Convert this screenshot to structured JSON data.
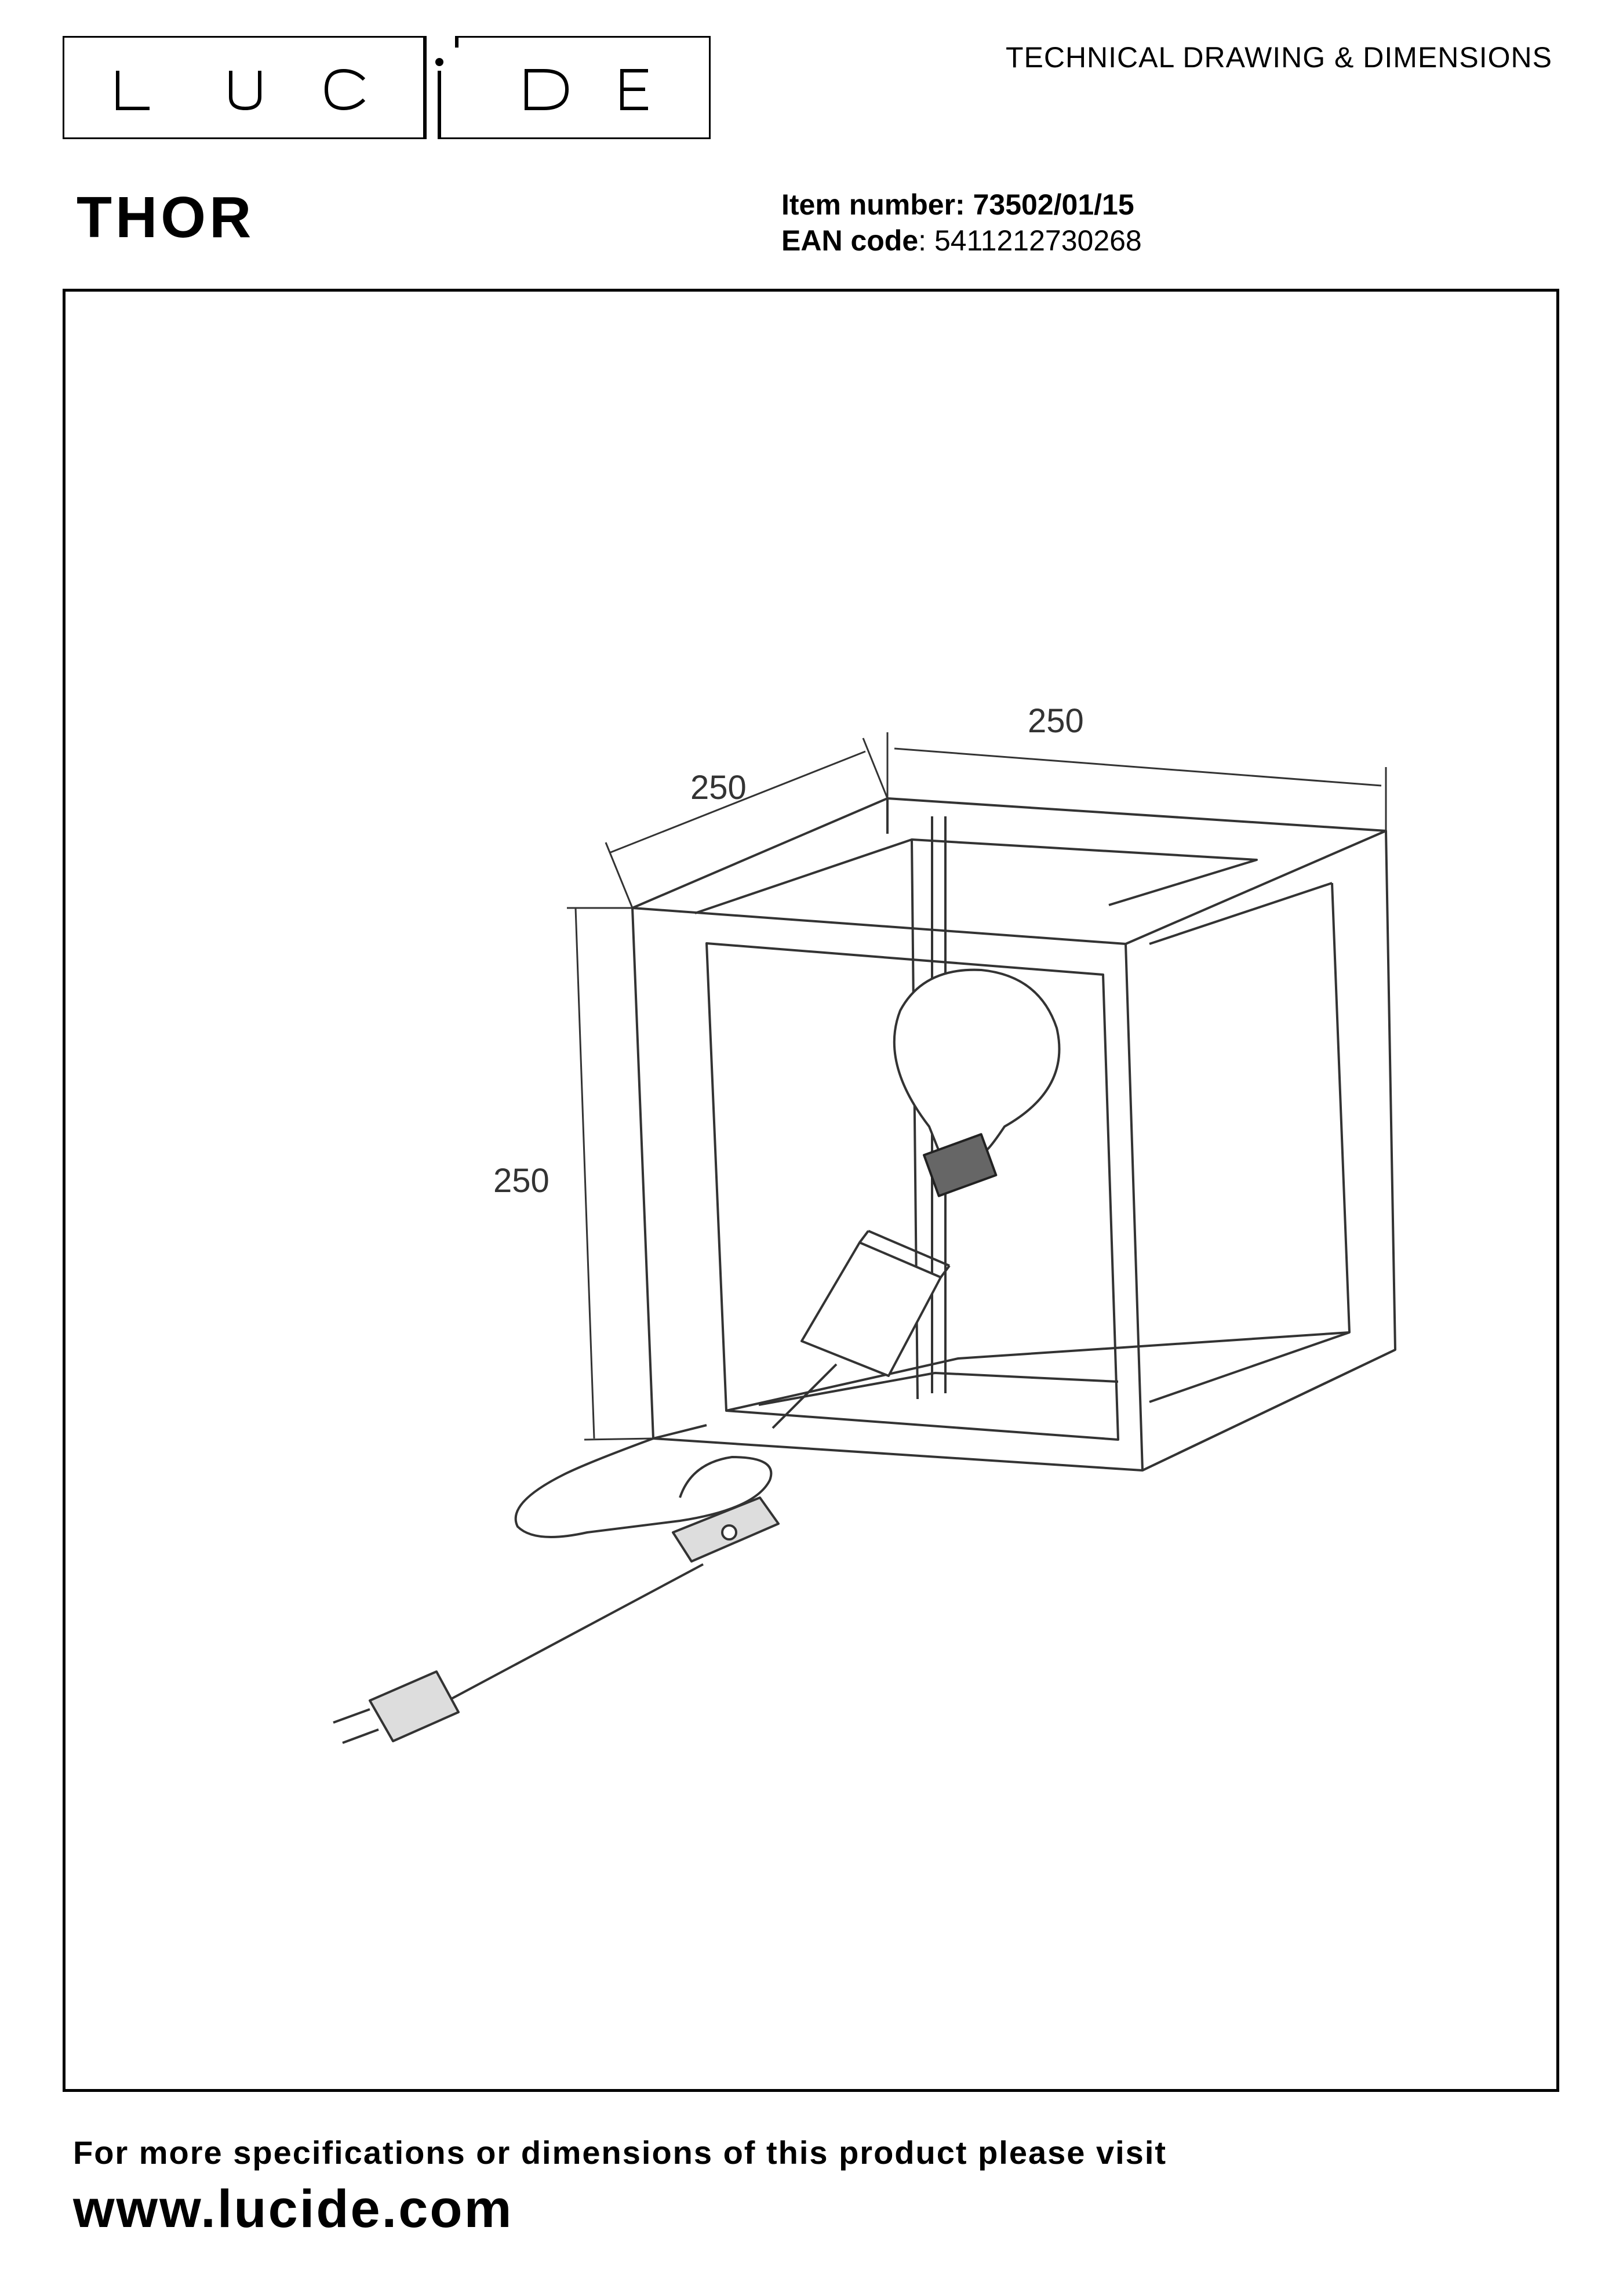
{
  "header": {
    "logo_text": "LUCIDE",
    "doc_type": "TECHNICAL DRAWING & DIMENSIONS"
  },
  "product": {
    "name": "THOR",
    "item_label": "Item number:",
    "item_value": "73502/01/15",
    "ean_label": "EAN code",
    "ean_value": ": 5411212730268"
  },
  "drawing": {
    "dimensions": {
      "depth": "250",
      "width": "250",
      "height": "250"
    }
  },
  "footer": {
    "text": "For more specifications or dimensions of this product please visit",
    "url": "www.lucide.com"
  }
}
